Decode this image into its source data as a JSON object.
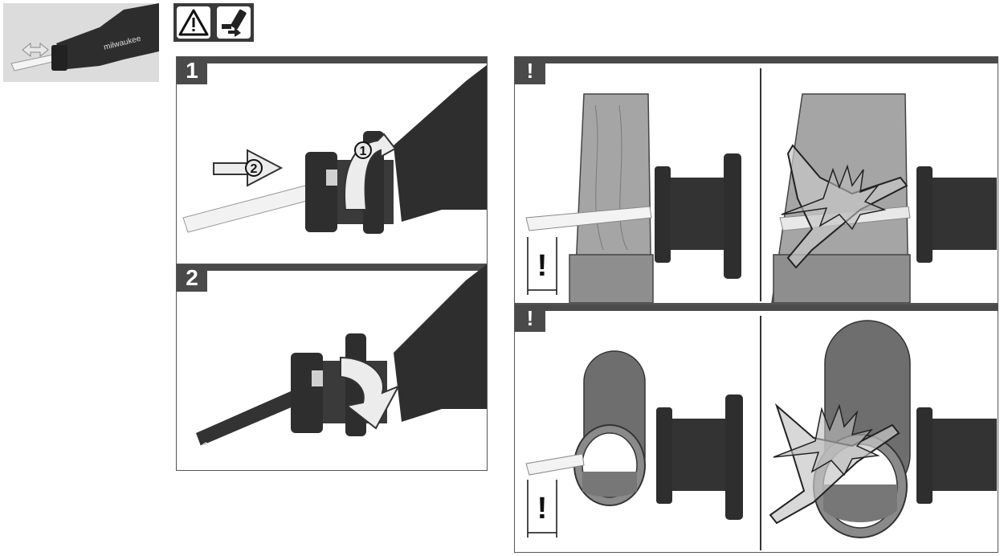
{
  "header_icons": [
    {
      "name": "warning-triangle-icon"
    },
    {
      "name": "battery-remove-icon"
    }
  ],
  "steps": [
    {
      "number": "1",
      "arrow_labels": [
        "1",
        "2"
      ]
    },
    {
      "number": "2"
    }
  ],
  "warnings": [
    {
      "badge": "!",
      "marker": "!",
      "material": "wood"
    },
    {
      "badge": "!",
      "marker": "!",
      "material": "pipe"
    }
  ],
  "colors": {
    "bar": "#4a4a4a",
    "tool": "#2e2e2e",
    "wood": "#9a9a9a",
    "pipe": "#6e6e6e"
  }
}
